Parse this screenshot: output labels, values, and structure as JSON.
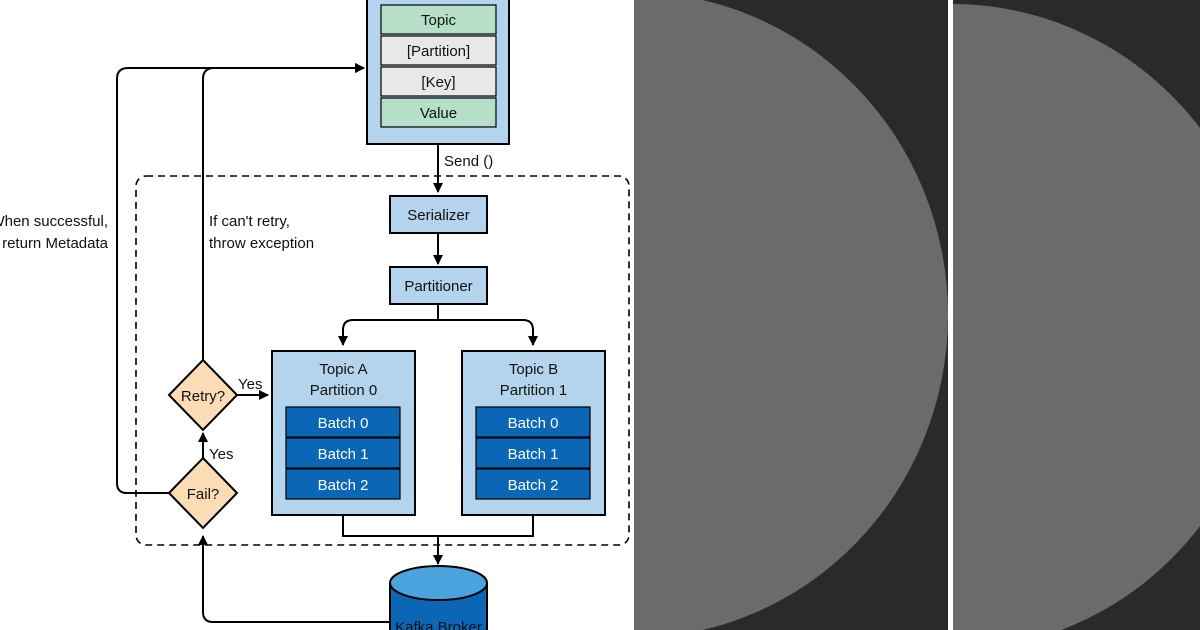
{
  "record": {
    "fields": [
      {
        "label": "Topic",
        "color": "#b6dfc8"
      },
      {
        "label": "[Partition]",
        "color": "#e8e8e8"
      },
      {
        "label": "[Key]",
        "color": "#e8e8e8"
      },
      {
        "label": "Value",
        "color": "#b6dfc8"
      }
    ]
  },
  "labels": {
    "send": "Send ()",
    "serializer": "Serializer",
    "partitioner": "Partitioner",
    "retry": "Retry?",
    "fail": "Fail?",
    "yes_retry": "Yes",
    "yes_fail": "Yes",
    "success_line1": "When successful,",
    "success_line2": "return Metadata",
    "noretry_line1": "If can't retry,",
    "noretry_line2": "throw exception",
    "broker": "Kafka Broker"
  },
  "partitions": [
    {
      "title1": "Topic A",
      "title2": "Partition 0",
      "batches": [
        "Batch 0",
        "Batch 1",
        "Batch 2"
      ]
    },
    {
      "title1": "Topic B",
      "title2": "Partition 1",
      "batches": [
        "Batch 0",
        "Batch 1",
        "Batch 2"
      ]
    }
  ],
  "colors": {
    "box_fill": "#b3d4ec",
    "batch_fill": "#0b67b5",
    "diamond_fill": "#fcdcb4",
    "broker_fill": "#0b67b5",
    "broker_top": "#4aa3dc",
    "panel_bg": "#2a2a2a",
    "circle": "#6b6b6b"
  }
}
